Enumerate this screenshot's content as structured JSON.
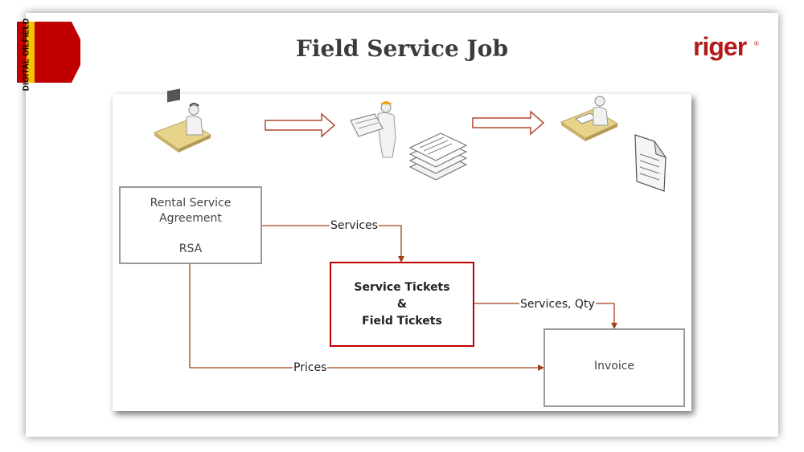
{
  "ribbon": {
    "label": "DIGITAL OILFIELD",
    "color": "#c00000",
    "accent": "#f2c500"
  },
  "title": "Field Service Job",
  "logo": {
    "text": "riger",
    "mark": "®",
    "color": "#b31a1a"
  },
  "nodes": {
    "rsa": {
      "line1": "Rental Service",
      "line2": "Agreement",
      "line3": "RSA"
    },
    "tickets": {
      "line1": "Service Tickets",
      "line2": "&",
      "line3": "Field Tickets"
    },
    "invoice": {
      "label": "Invoice"
    }
  },
  "edges": {
    "services": "Services",
    "services_qty": "Services, Qty",
    "prices": "Prices"
  },
  "colors": {
    "connector": "#a0401a",
    "tickets_border": "#c00000",
    "box_border": "#9a9a9a",
    "flow_arrow": "#b5452b"
  },
  "icons": [
    "office-worker-desk-icon",
    "field-worker-blueprint-icon",
    "document-stack-icon",
    "office-worker-paperwork-icon",
    "document-icon"
  ]
}
